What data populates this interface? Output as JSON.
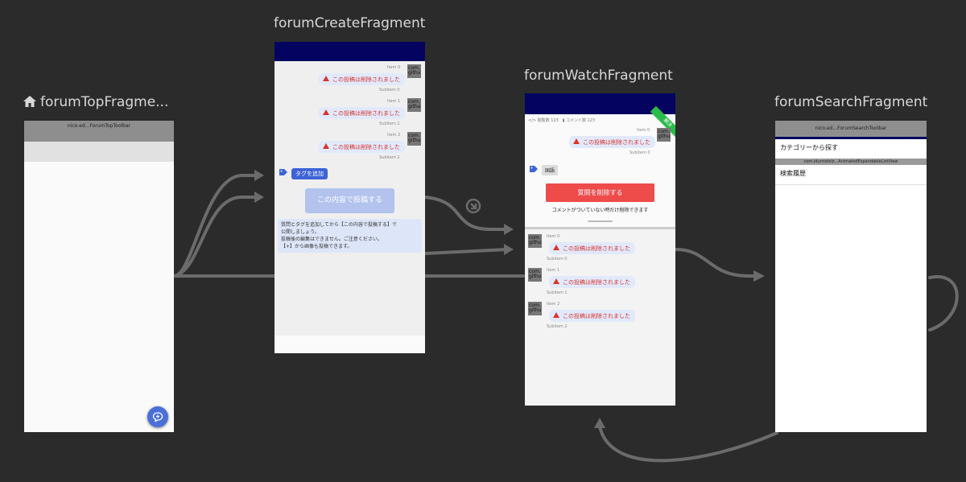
{
  "fragments": {
    "top": {
      "title": "forumTopFragme...",
      "toolbar": "nico.ed...ForumTopToolbar"
    },
    "create": {
      "title": "forumCreateFragment",
      "items": [
        {
          "item": "Item 0",
          "message": "この投稿は削除されました",
          "subitem": "Subitem 0",
          "avatar": "com. githu"
        },
        {
          "item": "Item 1",
          "message": "この投稿は削除されました",
          "subitem": "Subitem 1",
          "avatar": "com. githu"
        },
        {
          "item": "Item 2",
          "message": "この投稿は削除されました",
          "subitem": "Subitem 2",
          "avatar": "com. githu"
        }
      ],
      "add_tag": "タグを追加",
      "post_button": "この内容で投稿する",
      "hint_lines": [
        "質問とタグを追加してから【この内容で投稿する】で",
        "公開しましょう。",
        "投稿後の編集はできません。ご注意ください。",
        "【+】から画像も投稿できます。"
      ]
    },
    "watch": {
      "title": "forumWatchFragment",
      "views": "閲覧数 123",
      "comments": "コメント数 123",
      "solved_ribbon": "解決",
      "question": {
        "item": "Item 0",
        "message": "この投稿は削除されました",
        "subitem": "Subitem 0",
        "avatar": "com. githu"
      },
      "tag": "国語",
      "delete_button": "質問を削除する",
      "delete_note": "コメントがついていない時だけ削除できます",
      "comments_list": [
        {
          "item": "Item 0",
          "message": "この投稿は削除されました",
          "subitem": "Subitem 0",
          "avatar": "com. githu"
        },
        {
          "item": "Item 1",
          "message": "この投稿は削除されました",
          "subitem": "Subitem 1",
          "avatar": "com. githu"
        },
        {
          "item": "Item 2",
          "message": "この投稿は削除されました",
          "subitem": "Subitem 2",
          "avatar": "com. githu"
        }
      ]
    },
    "search": {
      "title": "forumSearchFragment",
      "toolbar": "nico.ed...ForumSearchToolbar",
      "category": "カテゴリーから探す",
      "expandable": "com.idunnololz...AnimatedExpandableListView",
      "history": "検索履歴"
    }
  },
  "colors": {
    "background": "#2b2b2c",
    "navy": "#040460",
    "accent": "#3d63d6",
    "danger": "#ee4b4b",
    "solved": "#2bbb4a"
  },
  "icons": [
    "home-icon",
    "warning-icon",
    "tag-icon",
    "chat-icon",
    "eye-icon",
    "comment-icon",
    "link-icon"
  ]
}
